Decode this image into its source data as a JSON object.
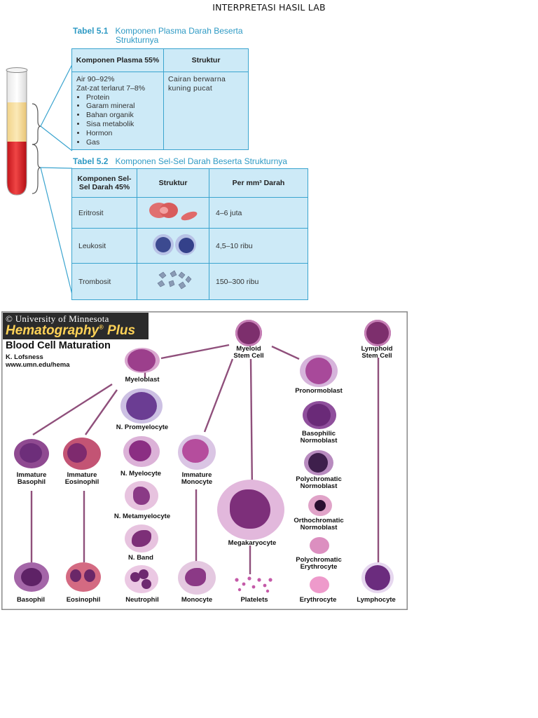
{
  "header": {
    "title": "INTERPRETASI HASIL LAB"
  },
  "table1": {
    "number": "Tabel 5.1",
    "caption_line1": "Komponen Plasma Darah Beserta",
    "caption_line2": "Strukturnya",
    "col1_header": "Komponen Plasma 55%",
    "col2_header": "Struktur",
    "line_air": "Air 90–92%",
    "line_zat": "Zat-zat terlarut 7–8%",
    "bullets": [
      "Protein",
      "Garam mineral",
      "Bahan organik",
      "Sisa metabolik",
      "Hormon",
      "Gas"
    ],
    "struktur": "Cairan berwarna kuning pucat"
  },
  "table2": {
    "number": "Tabel 5.2",
    "caption": "Komponen Sel-Sel Darah Beserta Strukturnya",
    "col1_header": "Komponen Sel-Sel Darah 45%",
    "col2_header": "Struktur",
    "col3_header": "Per mm³ Darah",
    "rows": [
      {
        "name": "Eritrosit",
        "value": "4–6 juta"
      },
      {
        "name": "Leukosit",
        "value": "4,5–10 ribu"
      },
      {
        "name": "Trombosit",
        "value": "150–300 ribu"
      }
    ]
  },
  "hema": {
    "copyright": "© University of Minnesota",
    "brand": "Hematography",
    "brand_plus": "Plus",
    "brand_reg": "®",
    "title": "Blood Cell Maturation",
    "author": "K. Lofsness",
    "url": "www.umn.edu/hema",
    "labels": {
      "myeloid_stem": "Myeloid\nStem Cell",
      "lymphoid_stem": "Lymphoid\nStem Cell",
      "myeloblast": "Myeloblast",
      "promyelocyte": "N. Promyelocyte",
      "myelocyte": "N. Myelocyte",
      "metamyelocyte": "N. Metamyelocyte",
      "band": "N. Band",
      "neutrophil": "Neutrophil",
      "imm_basophil": "Immature\nBasophil",
      "imm_eosinophil": "Immature\nEosinophil",
      "basophil": "Basophil",
      "eosinophil": "Eosinophil",
      "imm_monocyte": "Immature\nMonocyte",
      "monocyte": "Monocyte",
      "megakaryocyte": "Megakaryocyte",
      "platelets": "Platelets",
      "pronormoblast": "Pronormoblast",
      "basophilic_normoblast": "Basophilic\nNormoblast",
      "polychromatic_normoblast": "Polychromatic\nNormoblast",
      "orthochromatic_normoblast": "Orthochromatic\nNormoblast",
      "polychromatic_erythrocyte": "Polychromatic\nErythrocyte",
      "erythrocyte": "Erythrocyte",
      "lymphocyte": "Lymphocyte"
    }
  }
}
